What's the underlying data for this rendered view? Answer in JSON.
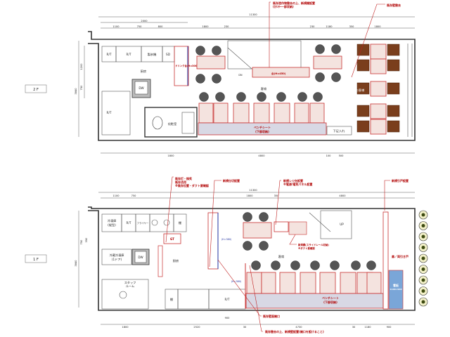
{
  "floors": {
    "second": {
      "label": "2 F",
      "dims_top": {
        "total": "11300",
        "d1": "2000",
        "d2": "1100",
        "d3": "750",
        "d4": "800",
        "d5": "1800",
        "d6": "230",
        "d7": "230",
        "d8": "1180",
        "d9": "350",
        "d10": "1800"
      },
      "dims_left": {
        "d1": "1200",
        "d2": "750",
        "total": "3840"
      },
      "dims_bottom": {
        "d1": "1800",
        "d2": "4800",
        "d3": "100",
        "d4": "500"
      },
      "rooms": {
        "rt1": "R/T",
        "rt2": "R/T",
        "ice": "製氷機",
        "sd": "SD",
        "drink": "ドリンク台(H=300)",
        "kitchen": "厨房",
        "dw": "DW",
        "rt3": "R/T",
        "toilet": "化粧室",
        "counter": "台(H=450)",
        "dn": "DN",
        "seats": "客席",
        "guest": "お客様",
        "bench": "ベンチシート",
        "bench_sub": "(下部収納)",
        "shoes": "下足入れ"
      },
      "notes": {
        "n1": "既存造作物撤去の上、新規棚設置",
        "n1b": "(ｶｳﾝﾀｰ一部収納)",
        "n2": "既存壁撤去"
      }
    },
    "first": {
      "label": "1 F",
      "dims_top": {
        "total": "11300",
        "d1": "1100",
        "d2": "750",
        "d3": "1800",
        "d4": "350",
        "d5": "4800"
      },
      "dims_left": {
        "d1": "750",
        "d2": "350",
        "total": "3840"
      },
      "dims_bottom": {
        "d1": "1800",
        "d2": "2520",
        "d3": "900",
        "d4": "30",
        "d5": "4730",
        "d6": "30",
        "d7": "1180",
        "d8": "900"
      },
      "rooms": {
        "freezer": "冷凍庫",
        "freezer_sub": "(縦型)",
        "rt1": "R/T",
        "fryer": "フライヤー",
        "shelf1": "棚",
        "gt": "GT",
        "fridge": "冷蔵冷凍庫",
        "fridge_sub": "(1ドア)",
        "dw": "DW",
        "kitchen": "厨房",
        "staff": "スタッフ",
        "staff_sub": "ルーム",
        "shelf2": "棚",
        "rt2": "R/T",
        "seats": "客席",
        "up": "UP",
        "h380a": "(H=380)",
        "h380b": "(H=380)",
        "bench": "ベンチシート",
        "bench_sub": "(下部収納)",
        "sign": "看板",
        "sign_sub": "1100×900",
        "door": "扉／両引き戸"
      },
      "notes": {
        "n1": "既存灯・換気",
        "n1b": "既存活用",
        "n1c": "※既存位置・ダクト要確認",
        "n2": "新規仕切設置",
        "n3": "新規レジ台設置",
        "n3b": "※電源/電気パネル設置",
        "n4": "新規引戸設置",
        "n5": "新規棚(スライドレール収納)",
        "n5b": "※ダクト要確認",
        "n6": "既存壁面開口",
        "n7": "既存撤去の上、新規壁設置(開口を設けること)"
      }
    }
  },
  "colors": {
    "annotation": "#b00000",
    "table": "#f4e3df",
    "wood": "#7a3e1c",
    "sign": "#7aa6d8"
  }
}
